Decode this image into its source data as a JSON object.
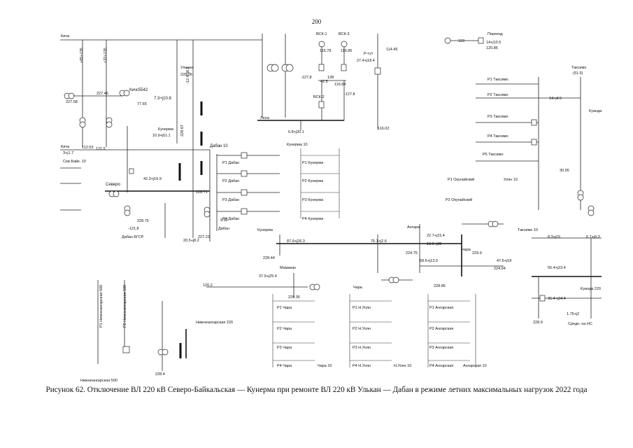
{
  "page_number": "200",
  "caption": "Рисунок 62. Отключение ВЛ 220 кВ Северо-Байкальская — Кунерма при ремонте ВЛ 220 кВ Улькан — Дабан в режиме летних максимальных нагрузок 2022 года",
  "labels": {
    "l_top_left_1": "Кича",
    "l_top_left_2": "Кича",
    "l_tr_115_1": "+85+135",
    "l_tr_115_2": "+32+135",
    "l_227_58": "227.58",
    "l_227_46": "227.46",
    "l_kich_5542": "Кичс5542",
    "l_7_3": "7.3+j10.8",
    "l_77_65": "77.65",
    "l_112_53": "112.53",
    "l_121_5": "121.5",
    "l_3_1": "3+j1.7",
    "l_sev_bayk": "Сев.Байк. 10",
    "l_uluk_1": "Улькан",
    "l_228_36": "228.36",
    "l_v_35": "-12.4+j6.2",
    "l_kunerma": "Кунерма",
    "l_109": "10.9+j51.1",
    "l_228_67": "228.67",
    "l_dab_10": "Дабан 10",
    "l_sever": "Северо",
    "l_42_3": "42.3+j16.9",
    "l_228_75": "228.75",
    "l_121_8": "-121.8",
    "l_dab_bgsr": "Дабан БГСР",
    "l_228_71": "228.71",
    "l_227_23": "227.23",
    "l_20_5": "20.5+j8.2",
    "l_dab": "Дабан",
    "l_9_92": "9.92",
    "l_vsk1": "ВСК-1",
    "l_vsk2": "ВСК-2",
    "l_vsk3": "ВСК-3",
    "l_116_78": "116.78",
    "l_116_85": "116.85",
    "l_138": "138",
    "l_116_84": "116.84",
    "l_127_8": "-127.8",
    "l_42_5": "42.5",
    "l_27_4": "27.4+j18.4",
    "l_127_8b": "-127.8",
    "l_lena": "Лена",
    "l_6_8": "6.8+j20.1",
    "l_116_02": "116.02",
    "l_rp_1": "Р-тут",
    "l_114_45": "114.45",
    "l_perep": "Переезд",
    "l_12_3": "123",
    "l_14_10": "14+j10.5",
    "l_120_86": "120.86",
    "l_taksimo": "Таксимо",
    "l_aeh": "(51.5)",
    "l_r1_tak": "Р1 Таксимо",
    "l_r2_tak": "Р2 Таксимо",
    "l_r3_tak": "Р3 Таксимо",
    "l_r4_tak": "Р4 Таксимо",
    "l_r5_tak": "Р5 Таксимо",
    "l_14_5": "14+j4.5",
    "l_uoyan": "Уоян 10",
    "l_r1_uoy": "Р1 Окунайский",
    "l_r2_uoy": "Р2 Окунайский",
    "l_30_95": "30.95",
    "l_kuner_10": "Кунерма 10",
    "l_r1_d": "Р1 Дабан",
    "l_r2_d": "Р2 Дабан",
    "l_r3_d": "Р3 Дабан",
    "l_r4_d": "Р4 Дабан",
    "l_r1_k": "Р1 Кунерма",
    "l_r2_k": "Р2 Кунерма",
    "l_r3_k": "Р3 Кунерма",
    "l_r4_k": "Р4 Кунерма",
    "l_kunerma2": "Кунерма",
    "l_228_44": "228.44",
    "l_angara": "Ангара",
    "l_87_9": "87.9+j26.3",
    "l_229_35": "229.35",
    "l_ngarsk": "Нижнеангарская 220",
    "l_ngarsk_500": "Р1 Нижнеангарская 500",
    "l_ngarsk_500b": "Р2 Нижнеангарская 500",
    "l_nga": "Нижнеангарская 500",
    "l_taksimo_10": "Таксимо 10",
    "l_taks_229": "229.9",
    "l_224_64": "224.64",
    "l_224_75": "224.75",
    "l_chara": "Чара",
    "l_228_9": "228.9",
    "l_mt": "Чара",
    "l_chara_10": "Чара 10",
    "l_r1_cha": "Р1 Чара",
    "l_r2_cha": "Р2 Чара",
    "l_r3_cha": "Р3 Чара",
    "l_r4_cha": "Р4 Чара",
    "l_r1_nu": "Р1 Н.Уоян",
    "l_r2_nu": "Р2 Н.Уоян",
    "l_r3_nu": "Р3 Н.Уоян",
    "l_r4_nu": "Р4 Н.Уоян",
    "l_nuoyan_10": "Н.Уоян 10",
    "l_r1_ang": "Р1 Ангарская",
    "l_r2_ang": "Р2 Ангарская",
    "l_r3_ang": "Р3 Ангарская",
    "l_r4_ang": "Р4 Ангарская",
    "l_angarsk_10": "Ангарская 10",
    "l_kuanda": "Куанда",
    "l_kuanda_220": "Куанда 220",
    "l_sn": "Средн. на НС",
    "l_38_3": "37.9+j25.4",
    "l_58_6": "58.6+j13.9",
    "l_47_5": "47.5+j18",
    "l_75_1": "75.1+j2.6",
    "l_22_7": "22.7+j15.4",
    "l_19_6": "19.6+j38",
    "l_8_3": "8.3+j15",
    "l_55_4": "55.4+j23.4",
    "l_6_7": "6.7+j9.3",
    "l_35_4": "35.4+j34.4",
    "l_1_75": "1.75+j2",
    "l_ms_1": "Мамакан",
    "l_228_85": "228.85",
    "l_120_2": "120.2",
    "l_228_4": "228.4"
  }
}
